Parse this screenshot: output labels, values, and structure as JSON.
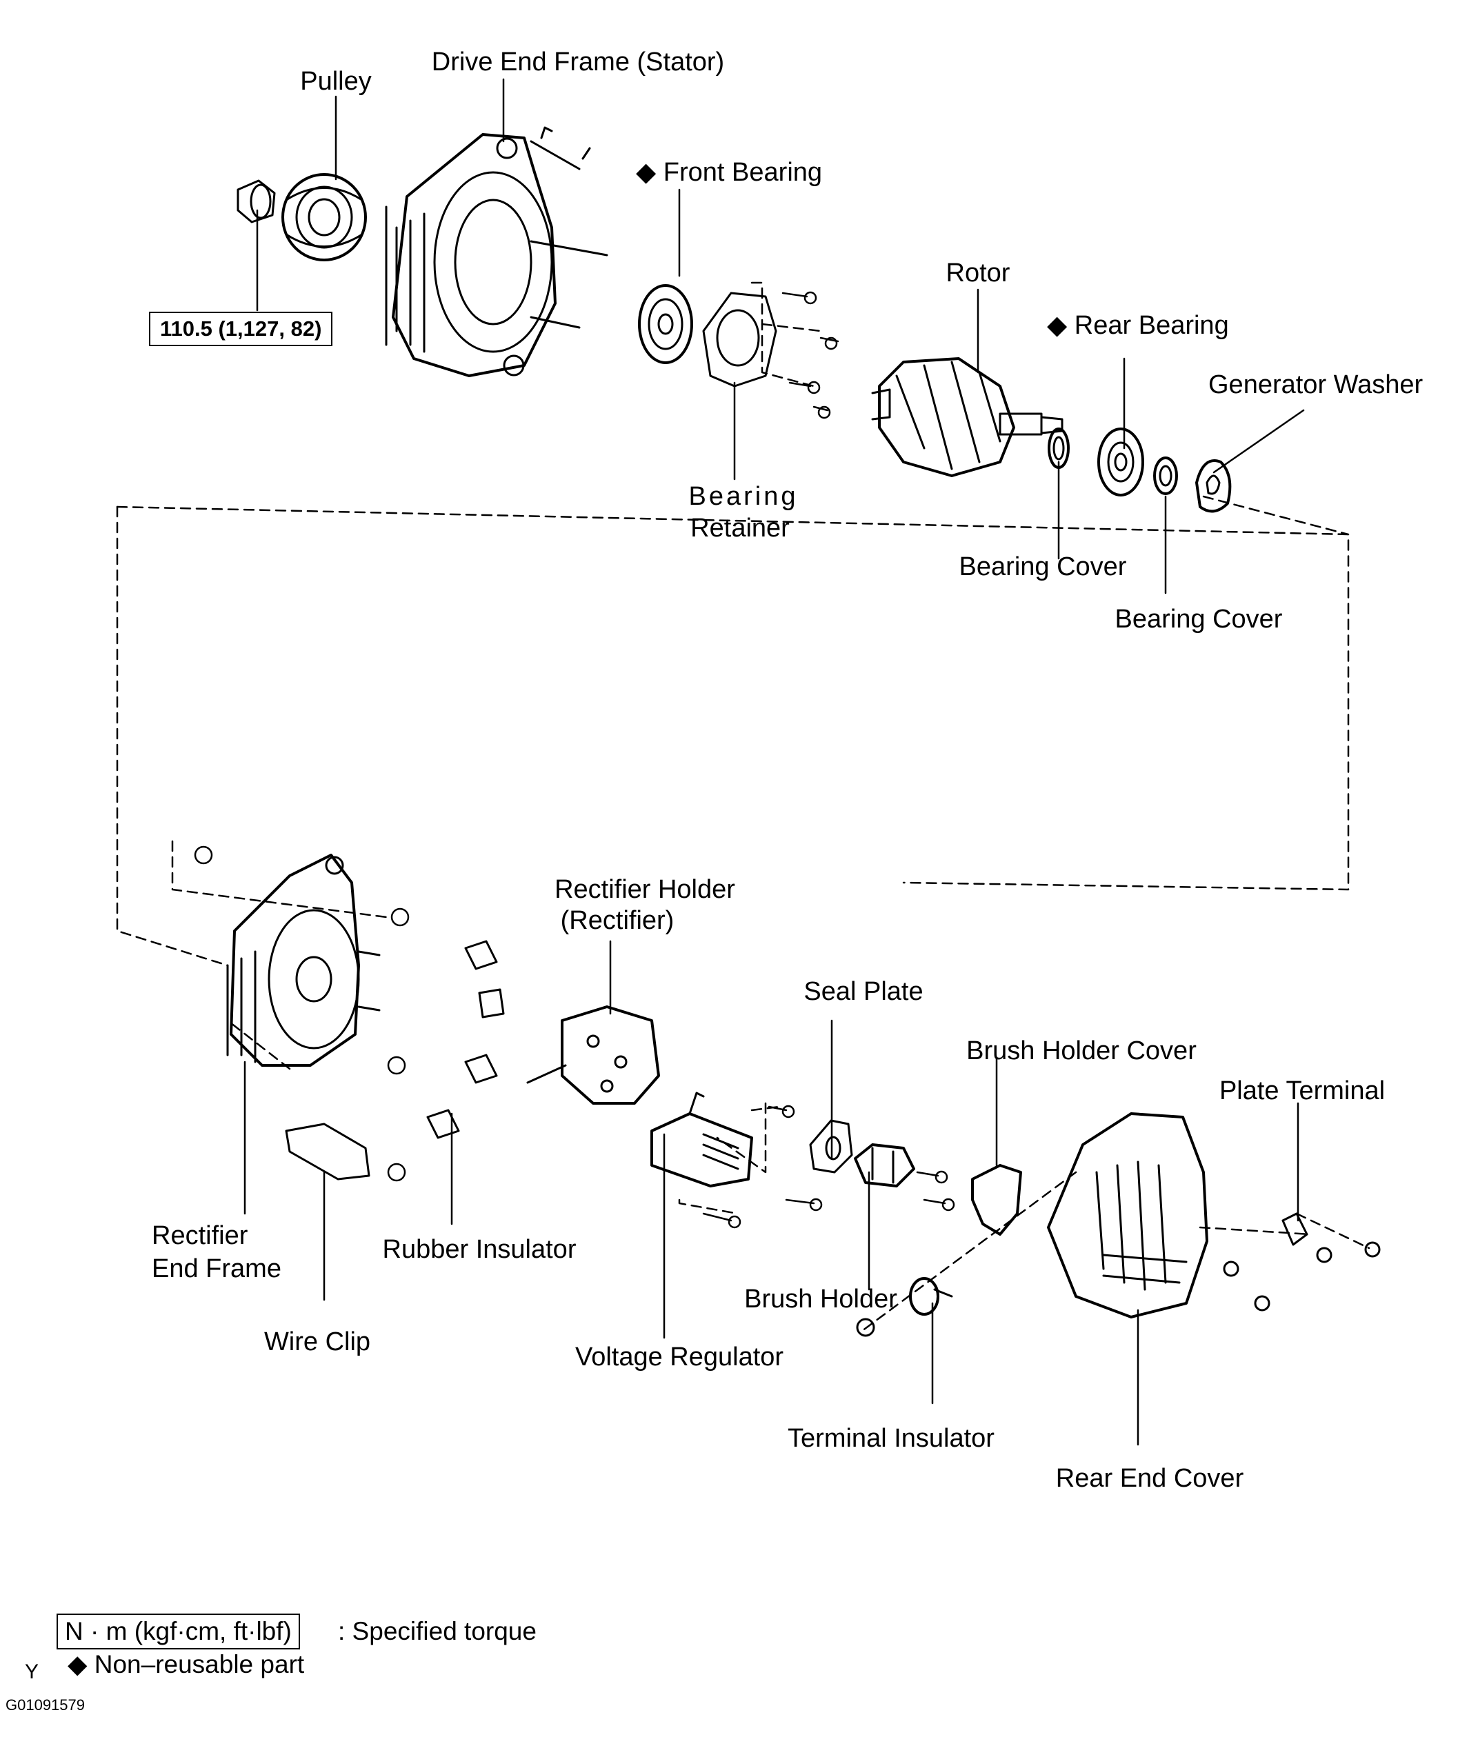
{
  "labels": {
    "pulley": "Pulley",
    "drive_end_frame": "Drive End Frame (Stator)",
    "front_bearing": "Front Bearing",
    "rotor": "Rotor",
    "rear_bearing": "Rear Bearing",
    "generator_washer": "Generator Washer",
    "bearing_retainer_line1": "Bearing",
    "bearing_retainer_line2": "Retainer",
    "bearing_cover_1": "Bearing Cover",
    "bearing_cover_2": "Bearing Cover",
    "rectifier_holder_line1": "Rectifier Holder",
    "rectifier_holder_line2": "(Rectifier)",
    "seal_plate": "Seal Plate",
    "brush_holder_cover": "Brush Holder Cover",
    "plate_terminal": "Plate Terminal",
    "rectifier_end_frame_line1": "Rectifier",
    "rectifier_end_frame_line2": "End Frame",
    "rubber_insulator": "Rubber Insulator",
    "wire_clip": "Wire Clip",
    "brush_holder": "Brush Holder",
    "voltage_regulator": "Voltage Regulator",
    "terminal_insulator": "Terminal Insulator",
    "rear_end_cover": "Rear End Cover"
  },
  "torque_value": "110.5 (1,127, 82)",
  "nonreusable_mark": "◆",
  "legend": {
    "torque_box": "N · m (kgf·cm, ft·lbf)",
    "torque_text": ": Specified torque",
    "nonreusable_text": "Non–reusable part"
  },
  "corner_letter": "Y",
  "figure_code": "G01091579"
}
